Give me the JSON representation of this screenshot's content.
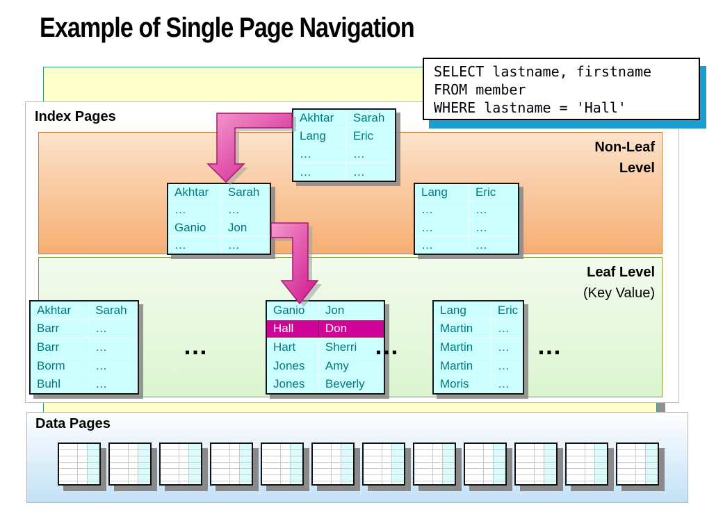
{
  "title": "Example of Single Page Navigation",
  "sql_box": {
    "lines": [
      "SELECT lastname, firstname",
      "FROM member",
      "WHERE lastname = 'Hall'"
    ]
  },
  "index_pages": {
    "label": "Index Pages",
    "non_leaf": {
      "label_line1": "Non-Leaf",
      "label_line2": "Level"
    },
    "leaf": {
      "label_line1": "Leaf Level",
      "label_line2": "(Key Value)"
    }
  },
  "tables": {
    "root": {
      "rows": [
        [
          "Akhtar",
          "Sarah"
        ],
        [
          "Lang",
          "Eric"
        ],
        [
          "…",
          "…"
        ],
        [
          "…",
          "…"
        ]
      ]
    },
    "non_leaf_left": {
      "rows": [
        [
          "Akhtar",
          "Sarah"
        ],
        [
          "…",
          "…"
        ],
        [
          "Ganio",
          "Jon"
        ],
        [
          "…",
          "…"
        ]
      ]
    },
    "non_leaf_right": {
      "rows": [
        [
          "Lang",
          "Eric"
        ],
        [
          "…",
          "…"
        ],
        [
          "…",
          "…"
        ],
        [
          "…",
          "…"
        ]
      ]
    },
    "leaf_left": {
      "rows": [
        [
          "Akhtar",
          "Sarah"
        ],
        [
          "Barr",
          "…"
        ],
        [
          "Barr",
          "…"
        ],
        [
          "Borm",
          "…"
        ],
        [
          "Buhl",
          "…"
        ]
      ]
    },
    "leaf_middle": {
      "rows": [
        [
          "Ganio",
          "Jon"
        ],
        [
          "Hall",
          "Don"
        ],
        [
          "Hart",
          "Sherri"
        ],
        [
          "Jones",
          "Amy"
        ],
        [
          "Jones",
          "Beverly"
        ]
      ],
      "highlight_row": 1
    },
    "leaf_right": {
      "rows": [
        [
          "Lang",
          "Eric"
        ],
        [
          "Martin",
          "…"
        ],
        [
          "Martin",
          "…"
        ],
        [
          "Martin",
          "…"
        ],
        [
          "Moris",
          "…"
        ]
      ]
    }
  },
  "ellipsis": "…",
  "data_pages": {
    "label": "Data Pages",
    "page_count": 12
  },
  "colors": {
    "backdrop_yellow": "#FFFFCC",
    "cell_bg": "#CCFFFF",
    "cell_text": "#00797F",
    "highlight_bg": "#CE0596",
    "highlight_text": "#FFFFFF",
    "arrow_fill_light": "#F49BCC",
    "arrow_fill_dark": "#CE128D",
    "arrow_stroke": "#A8166F",
    "sql_shadow": "#1A9FD0",
    "non_leaf_gradient": [
      "#FCE3CB",
      "#F6AE72"
    ],
    "leaf_gradient": [
      "#F3FBEE",
      "#DBF5CF"
    ],
    "data_pages_gradient": [
      "#FEFEFF",
      "#C3E1F7"
    ]
  }
}
